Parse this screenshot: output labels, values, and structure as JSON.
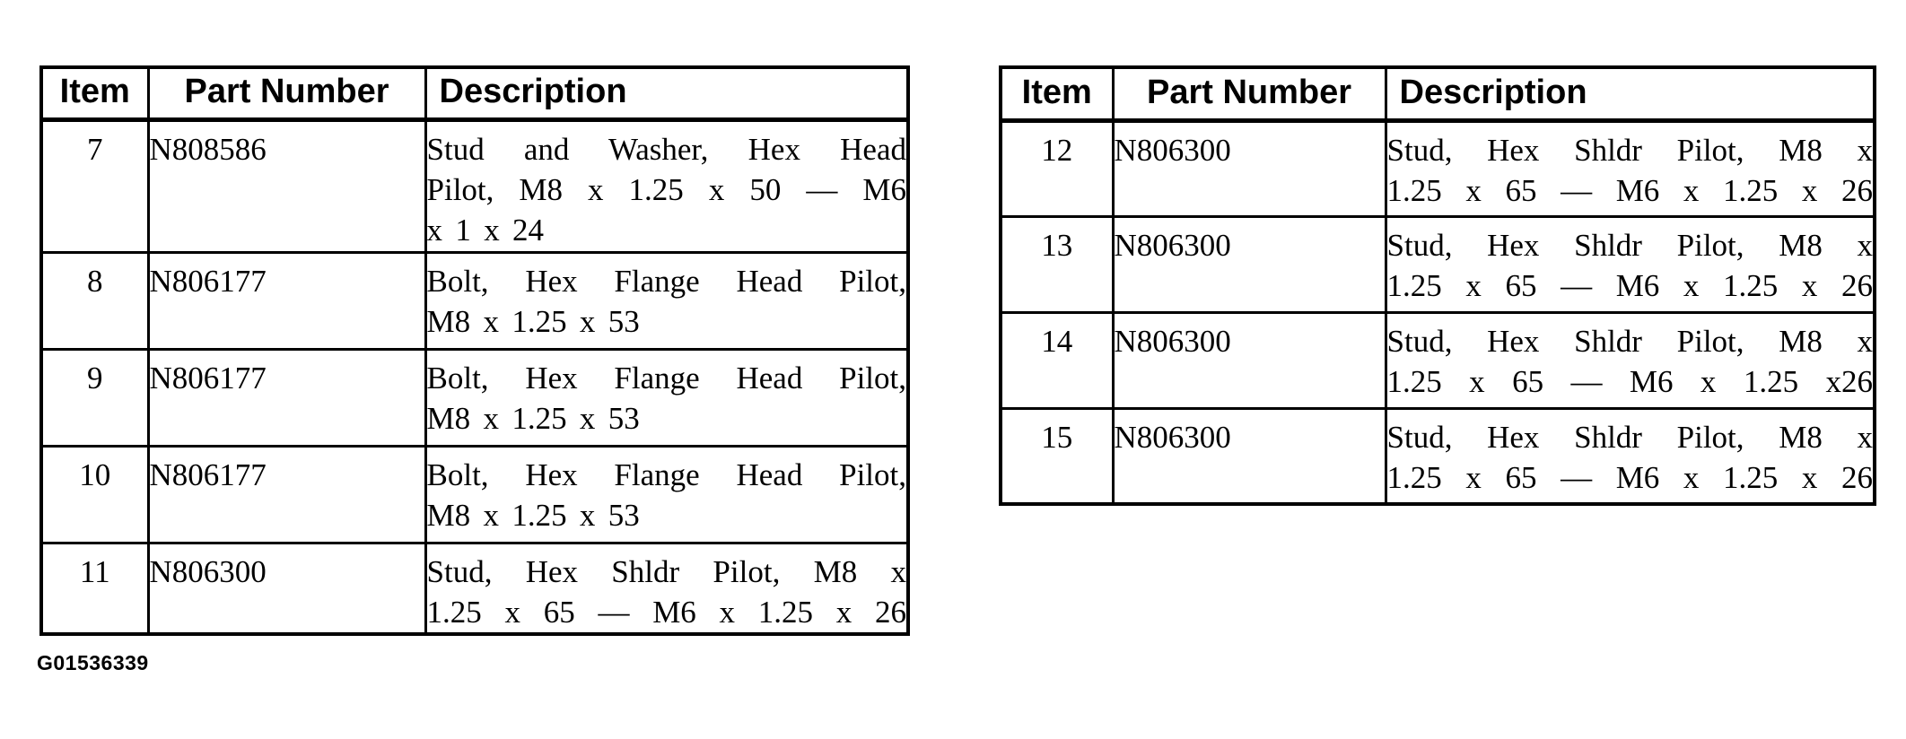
{
  "figure_code": "G01536339",
  "colors": {
    "text": "#000000",
    "background": "#ffffff",
    "border": "#000000"
  },
  "tables": [
    {
      "headers": [
        "Item",
        "Part Number",
        "Description"
      ],
      "rows": [
        {
          "item": "7",
          "part_number": "N808586",
          "lines": [
            "Stud and Washer, Hex Head",
            "Pilot, M8 x 1.25 x 50 — M6",
            "x 1 x 24"
          ]
        },
        {
          "item": "8",
          "part_number": "N806177",
          "lines": [
            "Bolt, Hex Flange Head Pilot,",
            "M8 x 1.25 x 53"
          ]
        },
        {
          "item": "9",
          "part_number": "N806177",
          "lines": [
            "Bolt, Hex Flange Head Pilot,",
            "M8 x 1.25 x 53"
          ]
        },
        {
          "item": "10",
          "part_number": "N806177",
          "lines": [
            "Bolt, Hex Flange Head Pilot,",
            "M8 x 1.25 x 53"
          ]
        },
        {
          "item": "11",
          "part_number": "N806300",
          "lines": [
            "Stud, Hex Shldr Pilot, M8 x",
            "1.25 x 65 — M6 x 1.25 x 26"
          ]
        }
      ]
    },
    {
      "headers": [
        "Item",
        "Part Number",
        "Description"
      ],
      "rows": [
        {
          "item": "12",
          "part_number": "N806300",
          "lines": [
            "Stud, Hex Shldr Pilot, M8 x",
            "1.25 x 65 — M6 x 1.25 x 26"
          ]
        },
        {
          "item": "13",
          "part_number": "N806300",
          "lines": [
            "Stud, Hex Shldr Pilot, M8 x",
            "1.25 x 65 — M6 x 1.25 x 26"
          ]
        },
        {
          "item": "14",
          "part_number": "N806300",
          "lines": [
            "Stud, Hex Shldr Pilot, M8 x",
            "1.25 x 65 — M6 x 1.25 x26"
          ]
        },
        {
          "item": "15",
          "part_number": "N806300",
          "lines": [
            "Stud, Hex Shldr Pilot, M8 x",
            "1.25 x 65 — M6 x 1.25 x 26"
          ]
        }
      ]
    }
  ]
}
